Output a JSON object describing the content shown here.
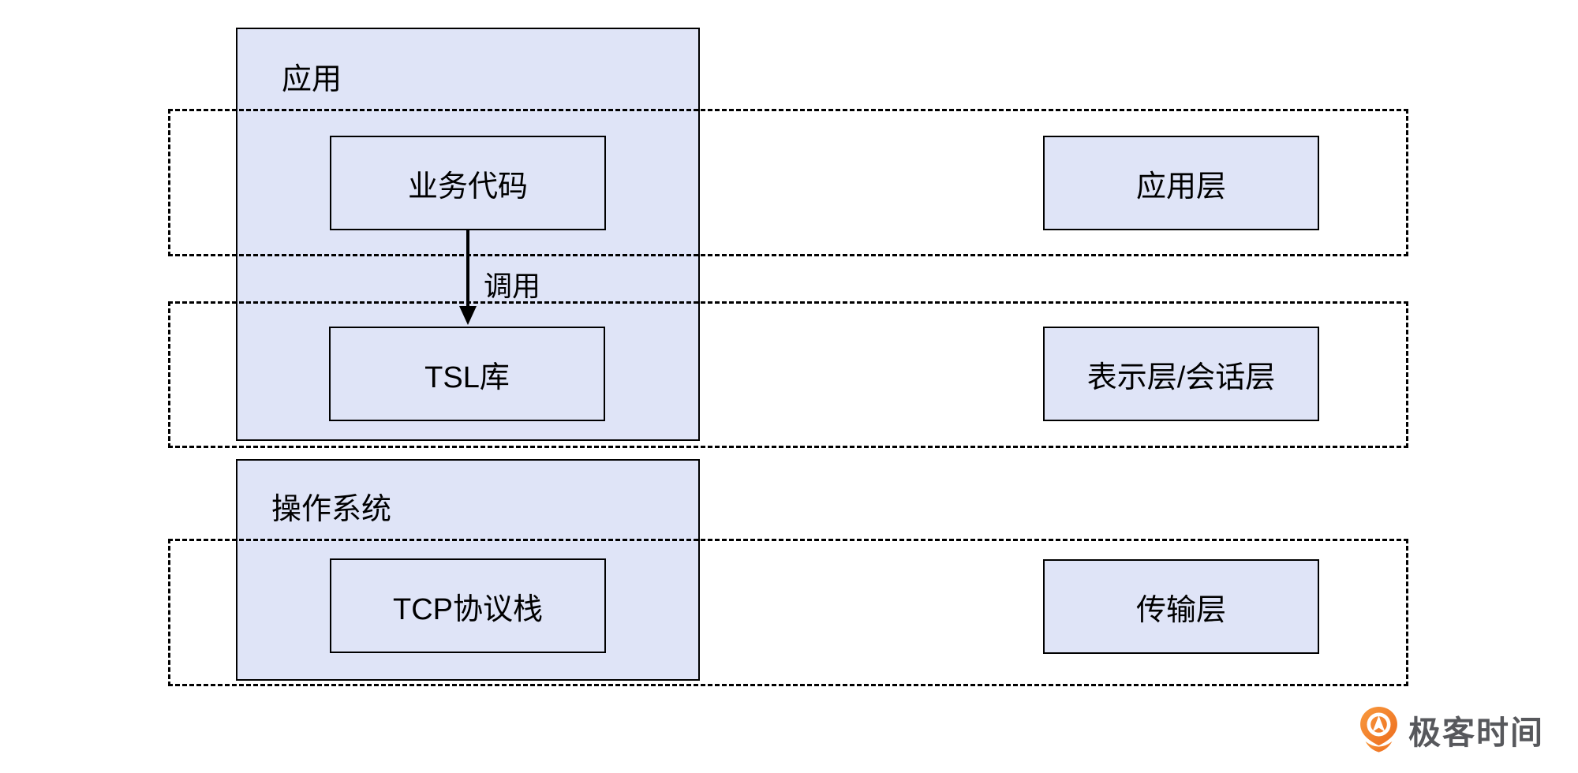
{
  "diagram": {
    "containers": {
      "app": {
        "label": "应用"
      },
      "os": {
        "label": "操作系统"
      }
    },
    "nodes": {
      "business_code": {
        "label": "业务代码"
      },
      "tsl_lib": {
        "label": "TSL库"
      },
      "tcp_stack": {
        "label": "TCP协议栈"
      }
    },
    "arrow": {
      "label": "调用",
      "direction": "down"
    },
    "layers": {
      "application": {
        "label": "应用层"
      },
      "presentation_session": {
        "label": "表示层/会话层"
      },
      "transport": {
        "label": "传输层"
      }
    }
  },
  "branding": {
    "logo_text": "极客时间",
    "logo_icon": "geektime-pin-icon"
  },
  "colors": {
    "box_fill": "#dfe4f7",
    "box_border": "#000000",
    "dash_border": "#000000",
    "logo_orange_start": "#f89a3e",
    "logo_orange_end": "#ed6c1e",
    "logo_text_color": "#57585c",
    "background": "#ffffff"
  }
}
